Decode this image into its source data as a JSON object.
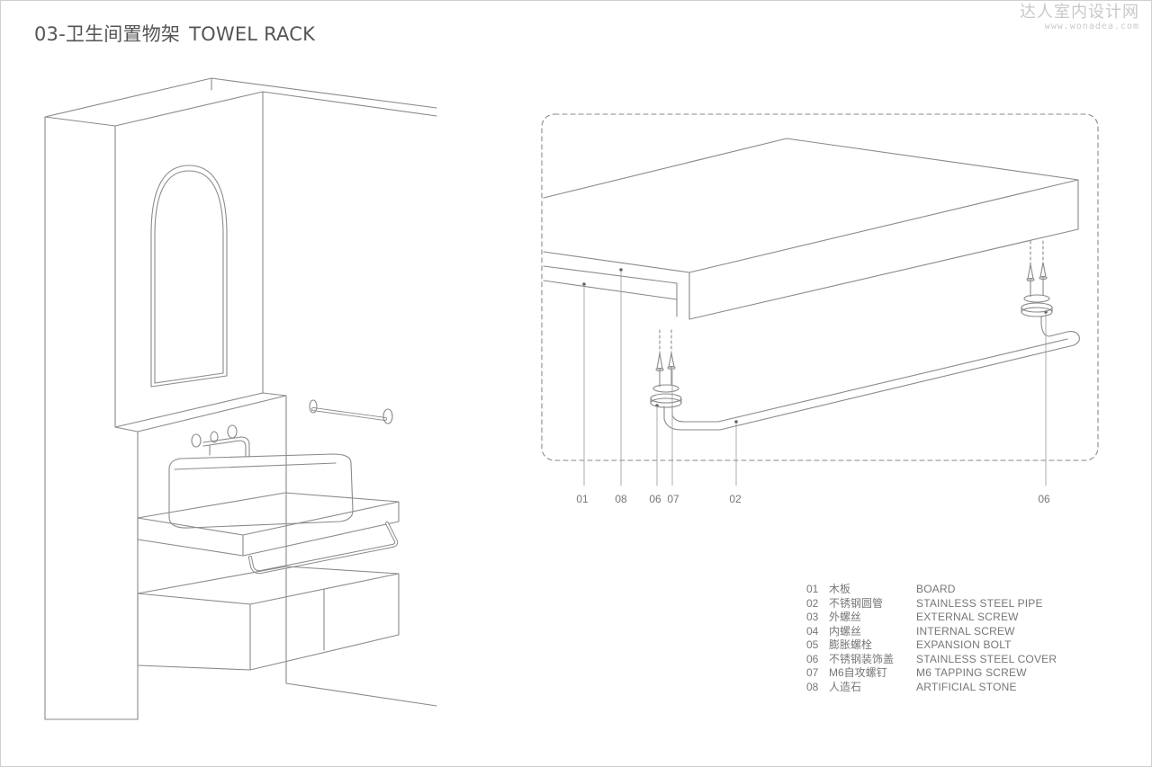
{
  "header": {
    "title_cn": "03-卫生间置物架",
    "title_en": "TOWEL RACK"
  },
  "watermark": {
    "name": "达人室内设计网",
    "url": "www.wonadea.com"
  },
  "callouts": [
    {
      "id": "callout-01",
      "label": "01"
    },
    {
      "id": "callout-08",
      "label": "08"
    },
    {
      "id": "callout-06-left",
      "label": "06"
    },
    {
      "id": "callout-07",
      "label": "07"
    },
    {
      "id": "callout-02",
      "label": "02"
    },
    {
      "id": "callout-06-right",
      "label": "06"
    }
  ],
  "legend": [
    {
      "no": "01",
      "cn": "木板",
      "en": "BOARD"
    },
    {
      "no": "02",
      "cn": "不锈钢圆管",
      "en": "STAINLESS STEEL PIPE"
    },
    {
      "no": "03",
      "cn": "外螺丝",
      "en": "EXTERNAL SCREW"
    },
    {
      "no": "04",
      "cn": "内螺丝",
      "en": "INTERNAL SCREW"
    },
    {
      "no": "05",
      "cn": "膨胀螺栓",
      "en": "EXPANSION BOLT"
    },
    {
      "no": "06",
      "cn": "不锈钢装饰盖",
      "en": "STAINLESS STEEL COVER"
    },
    {
      "no": "07",
      "cn": "M6自攻螺钉",
      "en": "M6 TAPPING SCREW"
    },
    {
      "no": "08",
      "cn": "人造石",
      "en": "ARTIFICIAL STONE"
    }
  ],
  "colors": {
    "line": "#8a8a8a",
    "text": "#555555",
    "watermark": "#c9c9c9"
  }
}
